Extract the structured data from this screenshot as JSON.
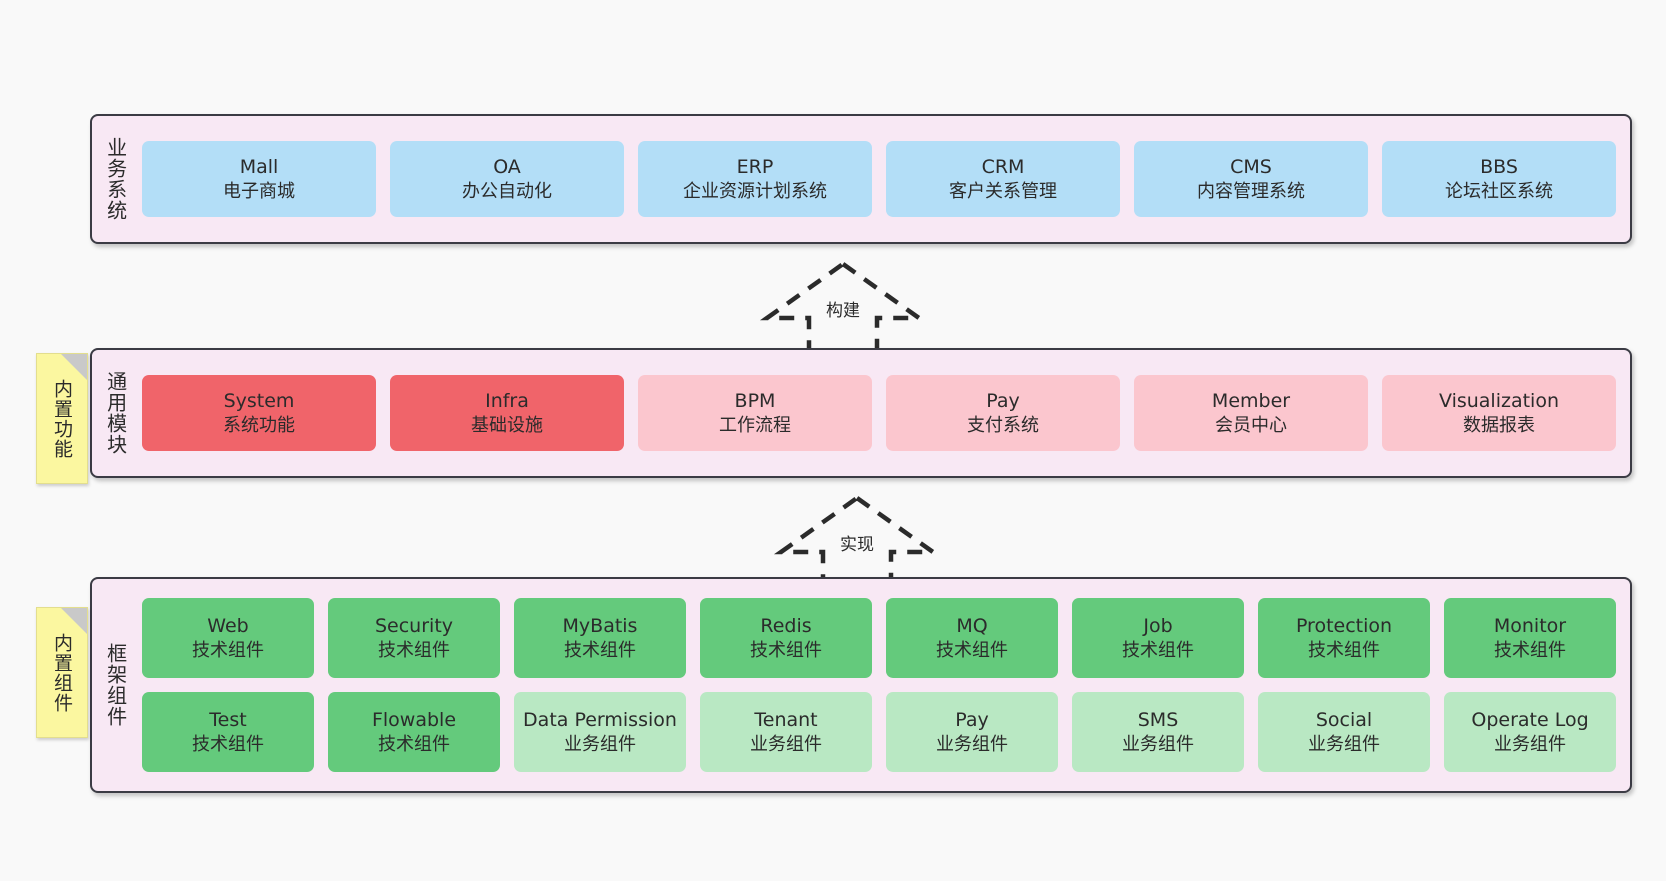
{
  "diagram": {
    "background_color": "#f9f9f9",
    "panel_color": "#f8e8f4",
    "panel_border_color": "#3b3b44"
  },
  "layers": [
    {
      "id": "business",
      "title": "业务系统",
      "rows": [
        {
          "boxes": [
            {
              "name": "Mall",
              "sub": "电子商城",
              "color": "#b3def7",
              "style": "blue"
            },
            {
              "name": "OA",
              "sub": "办公自动化",
              "color": "#b3def7",
              "style": "blue"
            },
            {
              "name": "ERP",
              "sub": "企业资源计划系统",
              "color": "#b3def7",
              "style": "blue"
            },
            {
              "name": "CRM",
              "sub": "客户关系管理",
              "color": "#b3def7",
              "style": "blue"
            },
            {
              "name": "CMS",
              "sub": "内容管理系统",
              "color": "#b3def7",
              "style": "blue"
            },
            {
              "name": "BBS",
              "sub": "论坛社区系统",
              "color": "#b3def7",
              "style": "blue"
            }
          ]
        }
      ]
    },
    {
      "id": "common",
      "title": "通用模块",
      "sticky": "内置功能",
      "rows": [
        {
          "boxes": [
            {
              "name": "System",
              "sub": "系统功能",
              "color": "#f0646a",
              "style": "red"
            },
            {
              "name": "Infra",
              "sub": "基础设施",
              "color": "#f0646a",
              "style": "red"
            },
            {
              "name": "BPM",
              "sub": "工作流程",
              "color": "#fbc6ce",
              "style": "pink"
            },
            {
              "name": "Pay",
              "sub": "支付系统",
              "color": "#fbc6ce",
              "style": "pink"
            },
            {
              "name": "Member",
              "sub": "会员中心",
              "color": "#fbc6ce",
              "style": "pink"
            },
            {
              "name": "Visualization",
              "sub": "数据报表",
              "color": "#fbc6ce",
              "style": "pink"
            }
          ]
        }
      ]
    },
    {
      "id": "framework",
      "title": "框架组件",
      "sticky": "内置组件",
      "rows": [
        {
          "boxes": [
            {
              "name": "Web",
              "sub": "技术组件",
              "color": "#64ca7c",
              "style": "green"
            },
            {
              "name": "Security",
              "sub": "技术组件",
              "color": "#64ca7c",
              "style": "green"
            },
            {
              "name": "MyBatis",
              "sub": "技术组件",
              "color": "#64ca7c",
              "style": "green"
            },
            {
              "name": "Redis",
              "sub": "技术组件",
              "color": "#64ca7c",
              "style": "green"
            },
            {
              "name": "MQ",
              "sub": "技术组件",
              "color": "#64ca7c",
              "style": "green"
            },
            {
              "name": "Job",
              "sub": "技术组件",
              "color": "#64ca7c",
              "style": "green"
            },
            {
              "name": "Protection",
              "sub": "技术组件",
              "color": "#64ca7c",
              "style": "green"
            },
            {
              "name": "Monitor",
              "sub": "技术组件",
              "color": "#64ca7c",
              "style": "green"
            }
          ]
        },
        {
          "boxes": [
            {
              "name": "Test",
              "sub": "技术组件",
              "color": "#64ca7c",
              "style": "green"
            },
            {
              "name": "Flowable",
              "sub": "技术组件",
              "color": "#64ca7c",
              "style": "green"
            },
            {
              "name": "Data Permission",
              "sub": "业务组件",
              "color": "#b9e8c3",
              "style": "mint"
            },
            {
              "name": "Tenant",
              "sub": "业务组件",
              "color": "#b9e8c3",
              "style": "mint"
            },
            {
              "name": "Pay",
              "sub": "业务组件",
              "color": "#b9e8c3",
              "style": "mint"
            },
            {
              "name": "SMS",
              "sub": "业务组件",
              "color": "#b9e8c3",
              "style": "mint"
            },
            {
              "name": "Social",
              "sub": "业务组件",
              "color": "#b9e8c3",
              "style": "mint"
            },
            {
              "name": "Operate Log",
              "sub": "业务组件",
              "color": "#b9e8c3",
              "style": "mint"
            }
          ]
        }
      ]
    }
  ],
  "connectors": [
    {
      "id": "build",
      "label": "构建",
      "direction": "up",
      "style": "dashed-generalization"
    },
    {
      "id": "impl",
      "label": "实现",
      "direction": "up",
      "style": "dashed-generalization"
    }
  ]
}
